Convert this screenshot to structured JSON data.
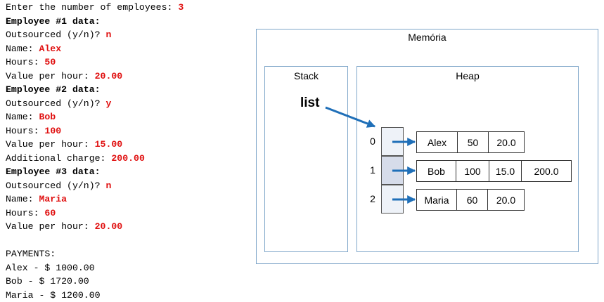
{
  "console": {
    "lines": [
      [
        {
          "t": "Enter the number of employees: ",
          "s": "n"
        },
        {
          "t": "3",
          "s": "in"
        }
      ],
      [
        {
          "t": "Employee #1 data:",
          "s": "b"
        }
      ],
      [
        {
          "t": "Outsourced (y/n)? ",
          "s": "n"
        },
        {
          "t": "n",
          "s": "in"
        }
      ],
      [
        {
          "t": "Name: ",
          "s": "n"
        },
        {
          "t": "Alex",
          "s": "in"
        }
      ],
      [
        {
          "t": "Hours: ",
          "s": "n"
        },
        {
          "t": "50",
          "s": "in"
        }
      ],
      [
        {
          "t": "Value per hour: ",
          "s": "n"
        },
        {
          "t": "20.00",
          "s": "in"
        }
      ],
      [
        {
          "t": "Employee #2 data:",
          "s": "b"
        }
      ],
      [
        {
          "t": "Outsourced (y/n)? ",
          "s": "n"
        },
        {
          "t": "y",
          "s": "in"
        }
      ],
      [
        {
          "t": "Name: ",
          "s": "n"
        },
        {
          "t": "Bob",
          "s": "in"
        }
      ],
      [
        {
          "t": "Hours: ",
          "s": "n"
        },
        {
          "t": "100",
          "s": "in"
        }
      ],
      [
        {
          "t": "Value per hour: ",
          "s": "n"
        },
        {
          "t": "15.00",
          "s": "in"
        }
      ],
      [
        {
          "t": "Additional charge: ",
          "s": "n"
        },
        {
          "t": "200.00",
          "s": "in"
        }
      ],
      [
        {
          "t": "Employee #3 data:",
          "s": "b"
        }
      ],
      [
        {
          "t": "Outsourced (y/n)? ",
          "s": "n"
        },
        {
          "t": "n",
          "s": "in"
        }
      ],
      [
        {
          "t": "Name: ",
          "s": "n"
        },
        {
          "t": "Maria",
          "s": "in"
        }
      ],
      [
        {
          "t": "Hours: ",
          "s": "n"
        },
        {
          "t": "60",
          "s": "in"
        }
      ],
      [
        {
          "t": "Value per hour: ",
          "s": "n"
        },
        {
          "t": "20.00",
          "s": "in"
        }
      ],
      [],
      [
        {
          "t": "PAYMENTS:",
          "s": "n"
        }
      ],
      [
        {
          "t": "Alex - $ 1000.00",
          "s": "n"
        }
      ],
      [
        {
          "t": "Bob - $ 1720.00",
          "s": "n"
        }
      ],
      [
        {
          "t": "Maria - $ 1200.00",
          "s": "n"
        }
      ]
    ]
  },
  "diagram": {
    "memory_label": "Memória",
    "stack_label": "Stack",
    "heap_label": "Heap",
    "list_label": "list",
    "indices": [
      "0",
      "1",
      "2"
    ],
    "objects": [
      {
        "fields": [
          "Alex",
          "50",
          "20.0"
        ]
      },
      {
        "fields": [
          "Bob",
          "100",
          "15.0",
          "200.0"
        ]
      },
      {
        "fields": [
          "Maria",
          "60",
          "20.0"
        ]
      }
    ],
    "arrow_color": "#1f6fb8",
    "border_color": "#7fa6c9",
    "input_color": "#e01010"
  }
}
